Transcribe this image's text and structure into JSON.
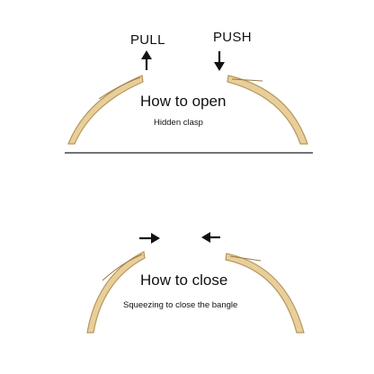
{
  "open_panel": {
    "pull_label": "PULL",
    "push_label": "PUSH",
    "title": "How to open",
    "subtitle": "Hidden clasp"
  },
  "close_panel": {
    "title": "How to close",
    "subtitle": "Squeezing to close the bangle"
  },
  "colors": {
    "bangle_gold": "#e8cf9a",
    "bangle_edge": "#b8965c",
    "arrow": "#111111",
    "divider": "#222222"
  },
  "icons": {
    "pull": "arrow-up-icon",
    "push": "arrow-down-icon",
    "close_left": "arrow-right-icon",
    "close_right": "arrow-left-icon"
  }
}
